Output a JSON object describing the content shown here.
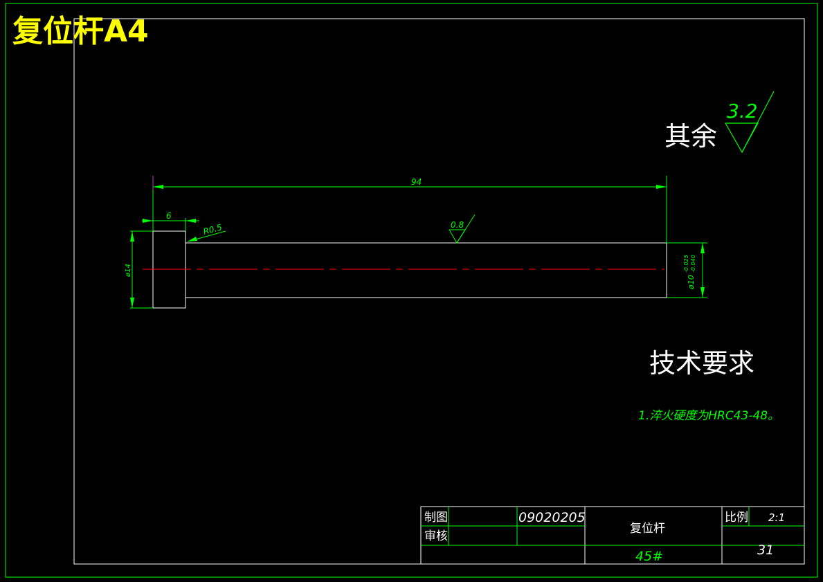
{
  "title": "复位杆A4",
  "surface_finish_general": {
    "prefix": "其余",
    "value": "3.2"
  },
  "surface_finish_shaft": "0.8",
  "dimensions": {
    "overall_length": "94",
    "head_length": "6",
    "fillet": "R0.5",
    "head_diameter": "ø14",
    "shaft_diameter": "ø10",
    "shaft_tolerance_upper": "-0.025",
    "shaft_tolerance_lower": "-0.040"
  },
  "technical_requirements": {
    "heading": "技术要求",
    "items": [
      "1.淬火硬度为HRC43-48。"
    ]
  },
  "title_block": {
    "drawn_label": "制图",
    "checked_label": "审核",
    "drawing_number": "09020205",
    "part_name": "复位杆",
    "material": "45#",
    "scale_label": "比例",
    "scale_value": "2:1",
    "sheet_number": "31"
  },
  "colors": {
    "background": "#000000",
    "frame": "#00ff00",
    "outline": "#ffffff",
    "dimension": "#00ff00",
    "centerline": "#ff0000",
    "title_text": "#ffff00",
    "extension_tick": "#cc33cc"
  }
}
